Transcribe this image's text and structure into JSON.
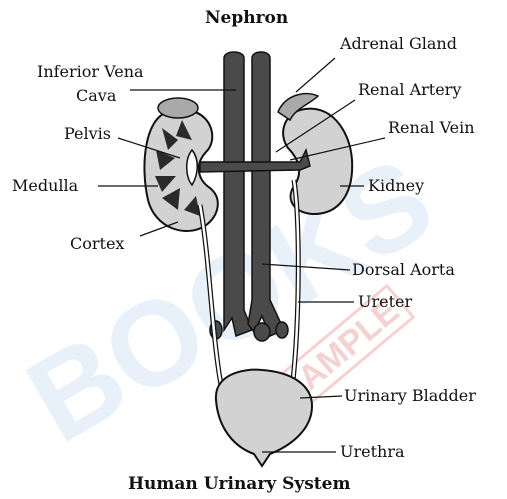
{
  "title": "Nephron",
  "caption": "Human Urinary System",
  "labels": {
    "adrenal_gland": "Adrenal Gland",
    "inferior_vena_cava_1": "Inferior Vena",
    "inferior_vena_cava_2": "Cava",
    "renal_artery": "Renal Artery",
    "renal_vein": "Renal Vein",
    "pelvis": "Pelvis",
    "medulla": "Medulla",
    "kidney": "Kidney",
    "cortex": "Cortex",
    "dorsal_aorta": "Dorsal Aorta",
    "ureter": "Ureter",
    "urinary_bladder": "Urinary Bladder",
    "urethra": "Urethra"
  },
  "watermark": {
    "large": "BOOKS",
    "stamp": "SAMPLE"
  },
  "colors": {
    "vessel": "#4a4a4a",
    "kidney_fill": "#d2d2d2",
    "adrenal_fill": "#a9a9a9",
    "watermark_blue": "#cfe2f6",
    "watermark_red": "#f4c7c7"
  }
}
